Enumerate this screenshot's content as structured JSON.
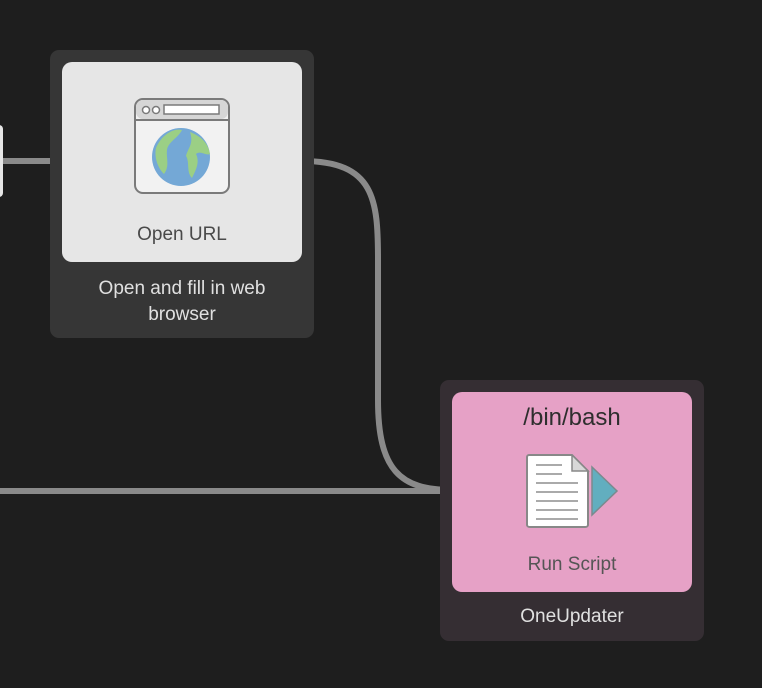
{
  "canvas": {
    "background": "#1e1e1e"
  },
  "nodes": [
    {
      "type_label": "Open URL",
      "title": "Open and fill in web browser",
      "title_lines": [
        "Open and fill in web",
        "browser"
      ],
      "icon": "browser-globe-icon",
      "color": "#e6e6e6"
    },
    {
      "header": "/bin/bash",
      "type_label": "Run Script",
      "title": "OneUpdater",
      "icon": "run-script-icon",
      "color": "#e6a1c6"
    }
  ]
}
